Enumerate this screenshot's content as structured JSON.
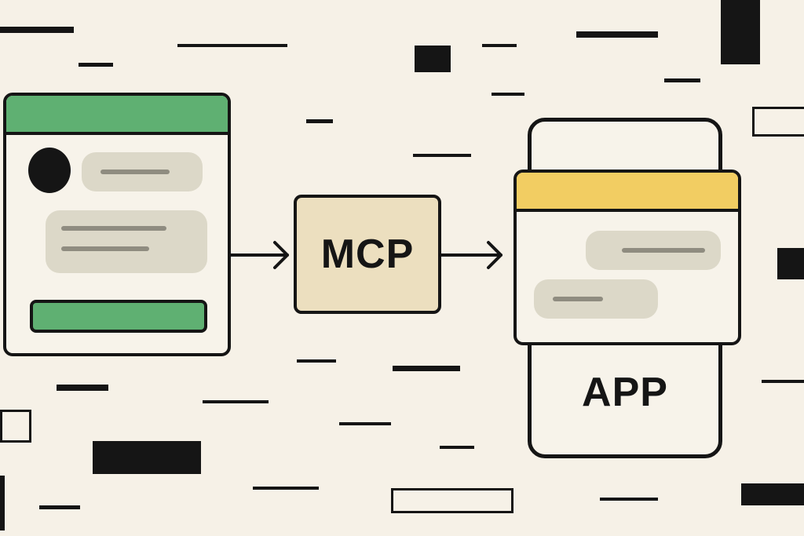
{
  "diagram": {
    "middle_box_label": "MCP",
    "right_box_label": "APP"
  },
  "colors": {
    "background": "#f6f1e7",
    "ink": "#151515",
    "chat_accent": "#5fb072",
    "mcp_fill": "#ecdfbf",
    "app_accent": "#f2cd62",
    "bubble": "#dcd8c8"
  },
  "icons": [
    "chat-window",
    "avatar",
    "chat-bubble",
    "arrow-right",
    "app-window"
  ]
}
